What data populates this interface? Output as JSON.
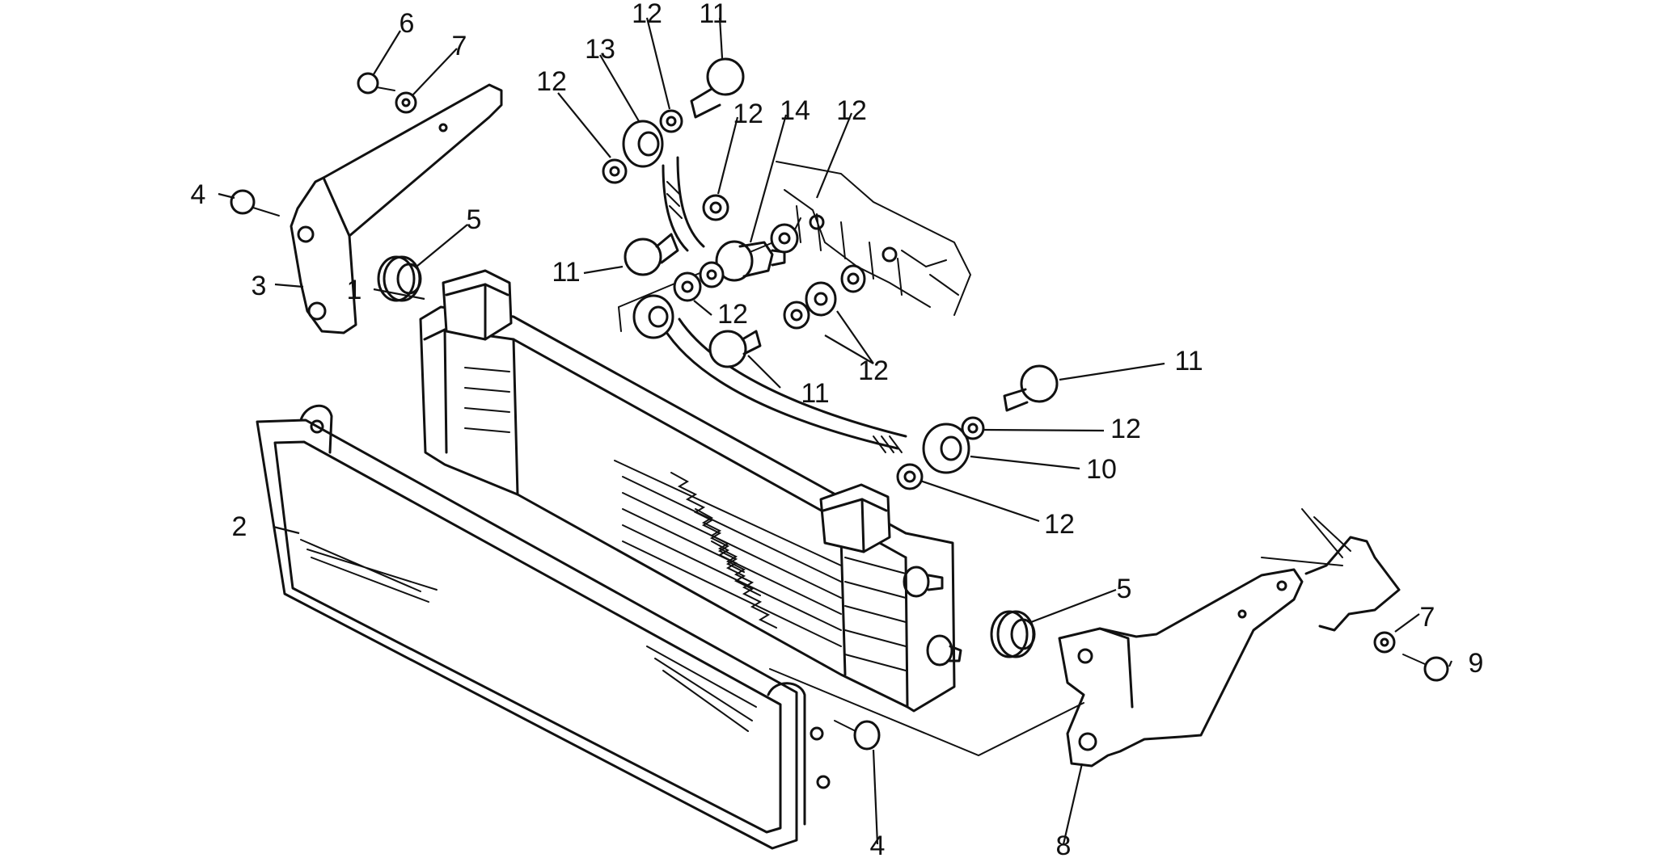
{
  "callouts": [
    {
      "id": "c1",
      "text": "1"
    },
    {
      "id": "c2",
      "text": "2"
    },
    {
      "id": "c3",
      "text": "3"
    },
    {
      "id": "c4a",
      "text": "4"
    },
    {
      "id": "c4b",
      "text": "4"
    },
    {
      "id": "c5a",
      "text": "5"
    },
    {
      "id": "c5b",
      "text": "5"
    },
    {
      "id": "c6",
      "text": "6"
    },
    {
      "id": "c7a",
      "text": "7"
    },
    {
      "id": "c7b",
      "text": "7"
    },
    {
      "id": "c8",
      "text": "8"
    },
    {
      "id": "c9",
      "text": "9"
    },
    {
      "id": "c10",
      "text": "10"
    },
    {
      "id": "c11a",
      "text": "11"
    },
    {
      "id": "c11b",
      "text": "11"
    },
    {
      "id": "c11c",
      "text": "11"
    },
    {
      "id": "c11d",
      "text": "11"
    },
    {
      "id": "c12a",
      "text": "12"
    },
    {
      "id": "c12b",
      "text": "12"
    },
    {
      "id": "c12c",
      "text": "12"
    },
    {
      "id": "c12d",
      "text": "12"
    },
    {
      "id": "c12e",
      "text": "12"
    },
    {
      "id": "c12f",
      "text": "12"
    },
    {
      "id": "c12g",
      "text": "12"
    },
    {
      "id": "c12h",
      "text": "12"
    },
    {
      "id": "c13",
      "text": "13"
    },
    {
      "id": "c14",
      "text": "14"
    }
  ]
}
